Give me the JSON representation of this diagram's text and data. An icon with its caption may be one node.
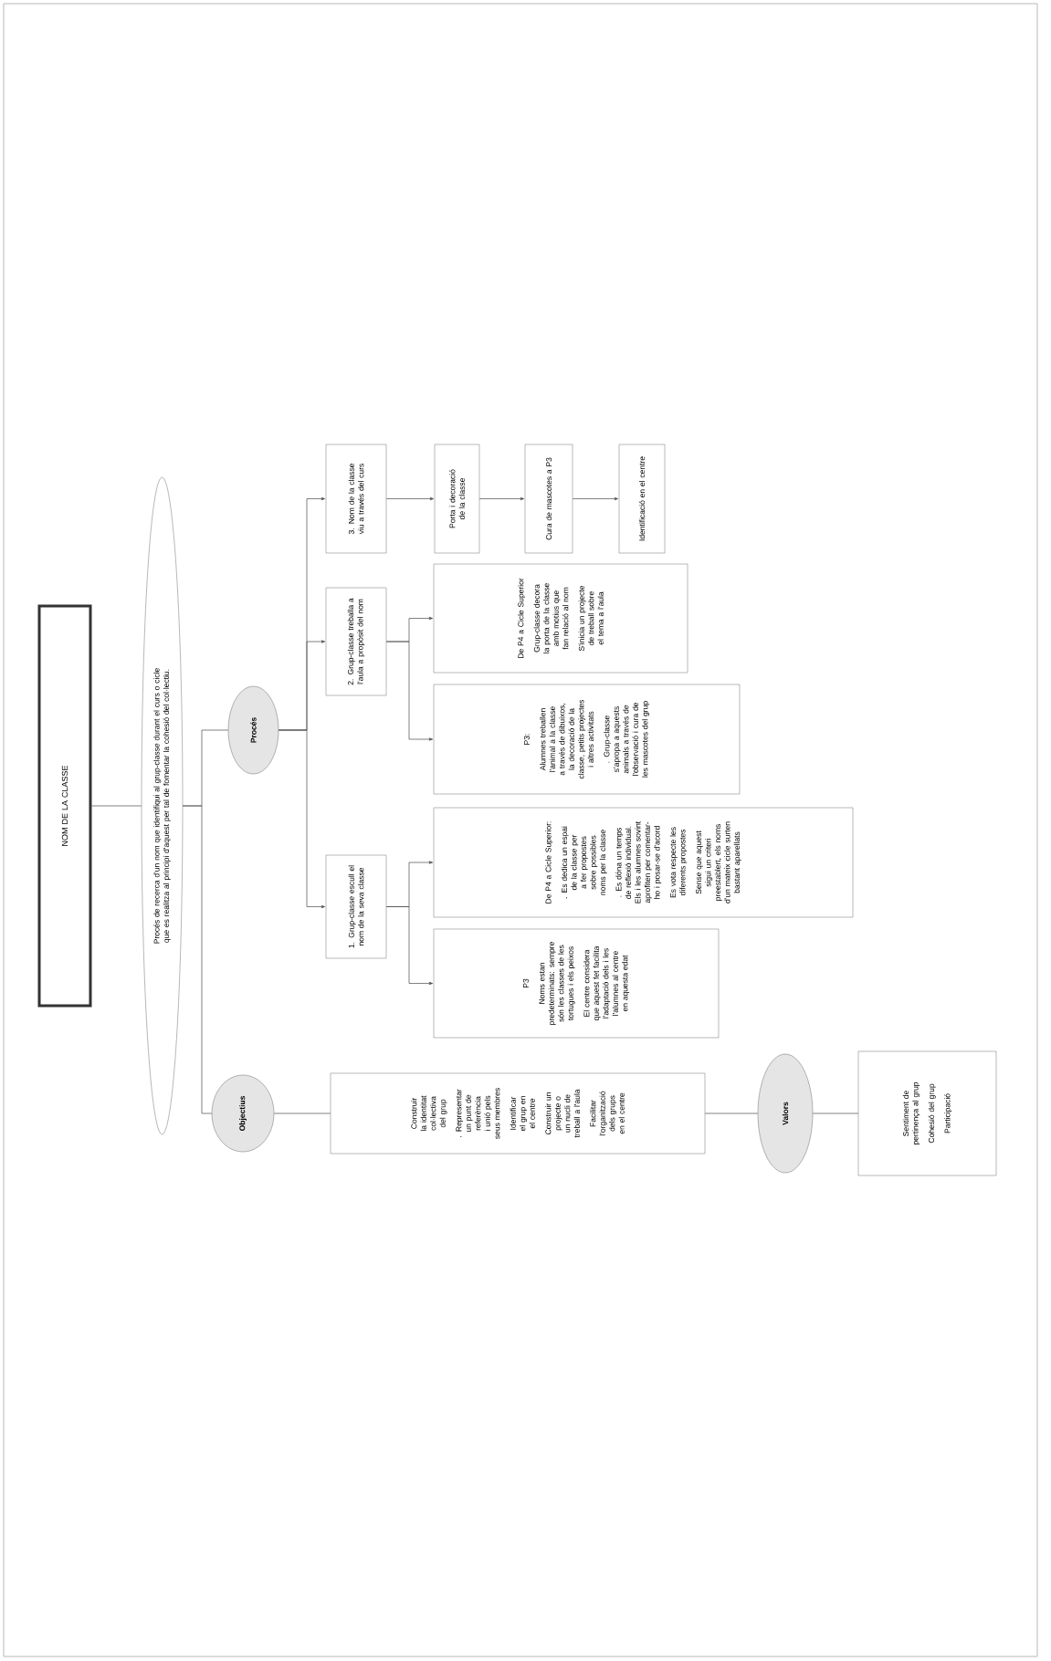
{
  "diagram": {
    "nodes": [
      {
        "text": [
          "NOM DE LA CLASSE"
        ]
      },
      {
        "text": [
          "Procés de recerca d'un nom que identifiqui al grup-classe durant el curs o cicle que es realitza al principi d'aquest per tal de fomentar la cohesió del col·lectiu."
        ]
      },
      {
        "text": [
          "Objectius"
        ]
      },
      {
        "text": [
          "Procés"
        ]
      },
      {
        "text": [
          "Construir la identitat col·lectiva del grup",
          ". Representar un punt de referència i unió pels seus membres",
          "Identificar el grup en el centre",
          "Construir un projecte o un nucli de treball a l'aula",
          "Facilitar l'organització dels grups en el centre"
        ]
      },
      {
        "text": [
          "Valors"
        ]
      },
      {
        "text": [
          "Sentiment de pertinença al grup",
          "Cohesió del grup",
          "Participació"
        ]
      },
      {
        "text": [
          "1. Grup-classe escull el nom de la seva classe"
        ]
      },
      {
        "text": [
          "P3",
          "Noms estan predeterminats: sempre són les classes de les tortugues i els peixos",
          "El centre considera que aquest fet facilita l'adaptació dels i les l'alumnes al centre en aquesta edat"
        ]
      },
      {
        "text": [
          "De P4 a Cicle Superior:",
          ". Es dedica un espai de la classe per a fer propostes sobre possibles noms per la classe",
          ". Es dóna un temps de reflexió individual. Els i les alumnes sovint aprofiten per comentar-ho i posar-se d'acord",
          "Es vota respecte les diferents propostes",
          "Sense que aquest sigui un criteri preestablert, els noms d'un mateix cicle surten bastant aparellats"
        ]
      },
      {
        "text": [
          "2. Grup-classe treballa a l'aula a propòsit del nom"
        ]
      },
      {
        "text": [
          "P3:",
          "Alumnes treballen l'animal a la classe a través de dibuixos, la decoració de la classe, petits projectes i altres activitats",
          ". Grup-classe s'apropa a aquests animals a través de l'observació i cura de les mascotes del grup"
        ]
      },
      {
        "text": [
          "De P4 a Cicle Superior",
          "Grup-classe decora la porta de la classe amb motius que fan relació al nom",
          "S'inicia un projecte de treball sobre el tema a l'aula"
        ]
      },
      {
        "text": [
          "3. Nom de la classe viu a través del curs"
        ]
      },
      {
        "text": [
          "Porta i decoració de la classe"
        ]
      },
      {
        "text": [
          "Cura de mascotes a P3"
        ]
      },
      {
        "text": [
          "Identificació en el centre"
        ]
      }
    ],
    "edges": [
      {
        "from": 0,
        "to": 1,
        "arrow": "none"
      },
      {
        "from": 1,
        "to": 2,
        "arrow": "none"
      },
      {
        "from": 1,
        "to": 3,
        "arrow": "none"
      },
      {
        "from": 2,
        "to": 4,
        "arrow": "none"
      },
      {
        "from": 4,
        "to": 5,
        "arrow": "none"
      },
      {
        "from": 5,
        "to": 6,
        "arrow": "none"
      },
      {
        "from": 3,
        "to": 7,
        "arrow": "to"
      },
      {
        "from": 3,
        "to": 10,
        "arrow": "to"
      },
      {
        "from": 3,
        "to": 13,
        "arrow": "to"
      },
      {
        "from": 7,
        "to": 8,
        "arrow": "to"
      },
      {
        "from": 7,
        "to": 9,
        "arrow": "to"
      },
      {
        "from": 10,
        "to": 11,
        "arrow": "to"
      },
      {
        "from": 10,
        "to": 12,
        "arrow": "to"
      },
      {
        "from": 13,
        "to": 14,
        "arrow": "to"
      },
      {
        "from": 14,
        "to": 15,
        "arrow": "to"
      },
      {
        "from": 15,
        "to": 16,
        "arrow": "to"
      }
    ]
  }
}
